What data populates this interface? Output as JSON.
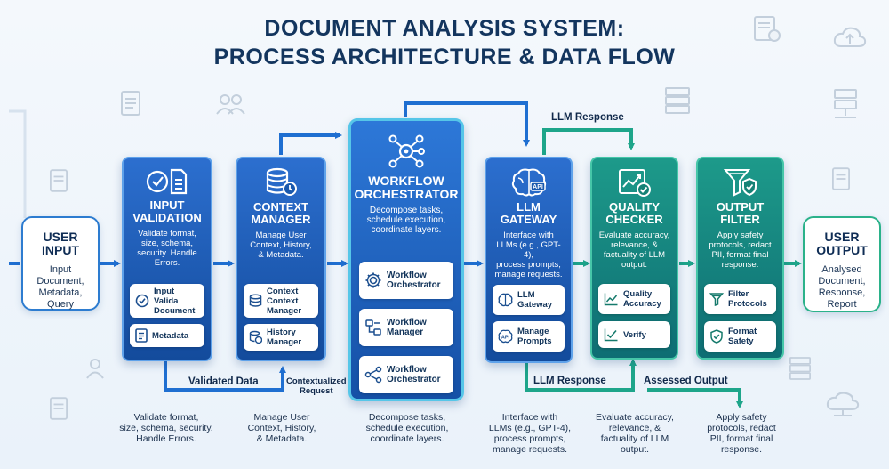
{
  "title": {
    "line1": "DOCUMENT ANALYSIS SYSTEM:",
    "line2": "PROCESS ARCHITECTURE & DATA FLOW"
  },
  "user_input": {
    "title_l1": "USER",
    "title_l2": "INPUT",
    "desc_l1": "Input",
    "desc_l2": "Document,",
    "desc_l3": "Metadata,",
    "desc_l4": "Query"
  },
  "input_validation": {
    "title_l1": "INPUT",
    "title_l2": "VALIDATION",
    "desc_l1": "Validate format,",
    "desc_l2": "size, schema,",
    "desc_l3": "security. Handle",
    "desc_l4": "Errors.",
    "sub1_l1": "Input",
    "sub1_l2": "Valida",
    "sub1_l3": "Document",
    "sub2": "Metadata",
    "bottom_l1": "Validate format,",
    "bottom_l2": "size, schema, security.",
    "bottom_l3": "Handle Errors."
  },
  "context_manager": {
    "title_l1": "CONTEXT",
    "title_l2": "MANAGER",
    "desc_l1": "Manage User",
    "desc_l2": "Context, History,",
    "desc_l3": "& Metadata.",
    "sub1_l1": "Context",
    "sub1_l2": "Context",
    "sub1_l3": "Manager",
    "sub2_l1": "History",
    "sub2_l2": "Manager",
    "bottom_l1": "Manage User",
    "bottom_l2": "Context, History,",
    "bottom_l3": "& Metadata."
  },
  "orchestrator": {
    "title_l1": "WORKFLOW",
    "title_l2": "ORCHESTRATOR",
    "desc_l1": "Decompose tasks,",
    "desc_l2": "schedule execution,",
    "desc_l3": "coordinate layers.",
    "sub1_l1": "Workflow",
    "sub1_l2": "Orchestrator",
    "sub2_l1": "Workflow",
    "sub2_l2": "Manager",
    "sub3_l1": "Workflow",
    "sub3_l2": "Orchestrator",
    "bottom_l1": "Decompose tasks,",
    "bottom_l2": "schedule execution,",
    "bottom_l3": "coordinate layers."
  },
  "llm_gateway": {
    "title_l1": "LLM",
    "title_l2": "GATEWAY",
    "desc_l1": "Interface with",
    "desc_l2": "LLMs (e.g., GPT-4),",
    "desc_l3": "process prompts,",
    "desc_l4": "manage requests.",
    "sub1_l1": "LLM",
    "sub1_l2": "Gateway",
    "sub2_l1": "Manage",
    "sub2_l2": "Prompts",
    "bottom_l1": "Interface with",
    "bottom_l2": "LLMs (e.g., GPT-4),",
    "bottom_l3": "process prompts,",
    "bottom_l4": "manage requests."
  },
  "quality_checker": {
    "title_l1": "QUALITY",
    "title_l2": "CHECKER",
    "desc_l1": "Evaluate accuracy,",
    "desc_l2": "relevance, &",
    "desc_l3": "factuality of LLM",
    "desc_l4": "output.",
    "sub1_l1": "Quality",
    "sub1_l2": "Accuracy",
    "sub2": "Verify",
    "bottom_l1": "Evaluate accuracy,",
    "bottom_l2": "relevance, &",
    "bottom_l3": "factuality of LLM",
    "bottom_l4": "output."
  },
  "output_filter": {
    "title_l1": "OUTPUT",
    "title_l2": "FILTER",
    "desc_l1": "Apply safety",
    "desc_l2": "protocols, redact",
    "desc_l3": "PII, format final",
    "desc_l4": "response.",
    "sub1_l1": "Filter",
    "sub1_l2": "Protocols",
    "sub2_l1": "Format",
    "sub2_l2": "Safety",
    "bottom_l1": "Apply safety",
    "bottom_l2": "protocols, redact",
    "bottom_l3": "PII, format final",
    "bottom_l4": "response."
  },
  "user_output": {
    "title_l1": "USER",
    "title_l2": "OUTPUT",
    "desc_l1": "Analysed",
    "desc_l2": "Document,",
    "desc_l3": "Response,",
    "desc_l4": "Report"
  },
  "flow_labels": {
    "validated_data": "Validated Data",
    "contextualized_l1": "Contextualized",
    "contextualized_l2": "Request",
    "llm_response_top": "LLM Response",
    "llm_response_bottom": "LLM Response",
    "assessed_output": "Assessed Output"
  },
  "icons": {
    "input_validation": "check-document-icon",
    "context_manager": "database-history-icon",
    "orchestrator": "network-hub-icon",
    "llm_gateway": "brain-api-icon",
    "quality_checker": "chart-check-icon",
    "output_filter": "funnel-shield-icon"
  },
  "colors": {
    "blue_card": "#1f5fb8",
    "teal_card": "#137f7d",
    "blue_arrow": "#1f6fd1",
    "teal_arrow": "#1ea58a",
    "title": "#13355e"
  }
}
